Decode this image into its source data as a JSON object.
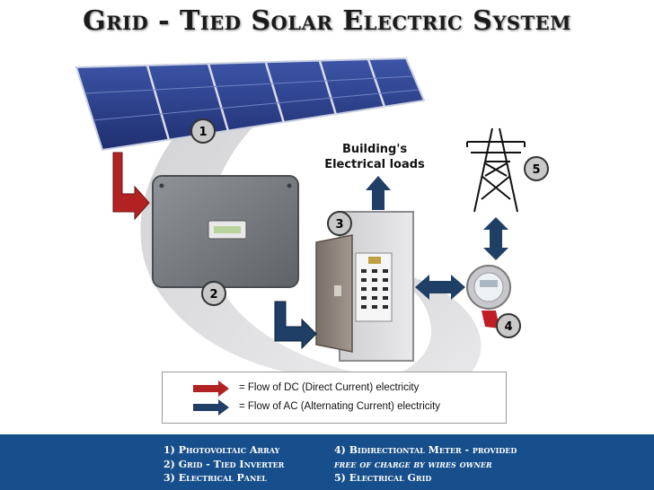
{
  "title": "Grid - Tied Solar Electric System",
  "building_loads": {
    "line1": "Building's",
    "line2": "Electrical loads"
  },
  "badges": [
    "1",
    "2",
    "3",
    "4",
    "5"
  ],
  "legend": {
    "dc": "=  Flow of DC (Direct Current) electricity",
    "ac": "=  Flow of AC (Alternating Current) electricity"
  },
  "footer": {
    "left": [
      "1) Photovoltaic Array",
      "2) Grid - Tied Inverter",
      "3) Electrical Panel"
    ],
    "right": [
      "4) Bidirectiontal Meter - provided",
      "free of charge by wires owner",
      "5) Electrical Grid"
    ]
  },
  "colors": {
    "dc_arrow": "#b22222",
    "ac_arrow": "#1f3f66",
    "footer_bg": "#174f8c",
    "panel_blue": "#2c3f8f"
  },
  "icons": [
    "solar-panel-icon",
    "inverter-icon",
    "electrical-panel-icon",
    "meter-icon",
    "transmission-tower-icon"
  ]
}
